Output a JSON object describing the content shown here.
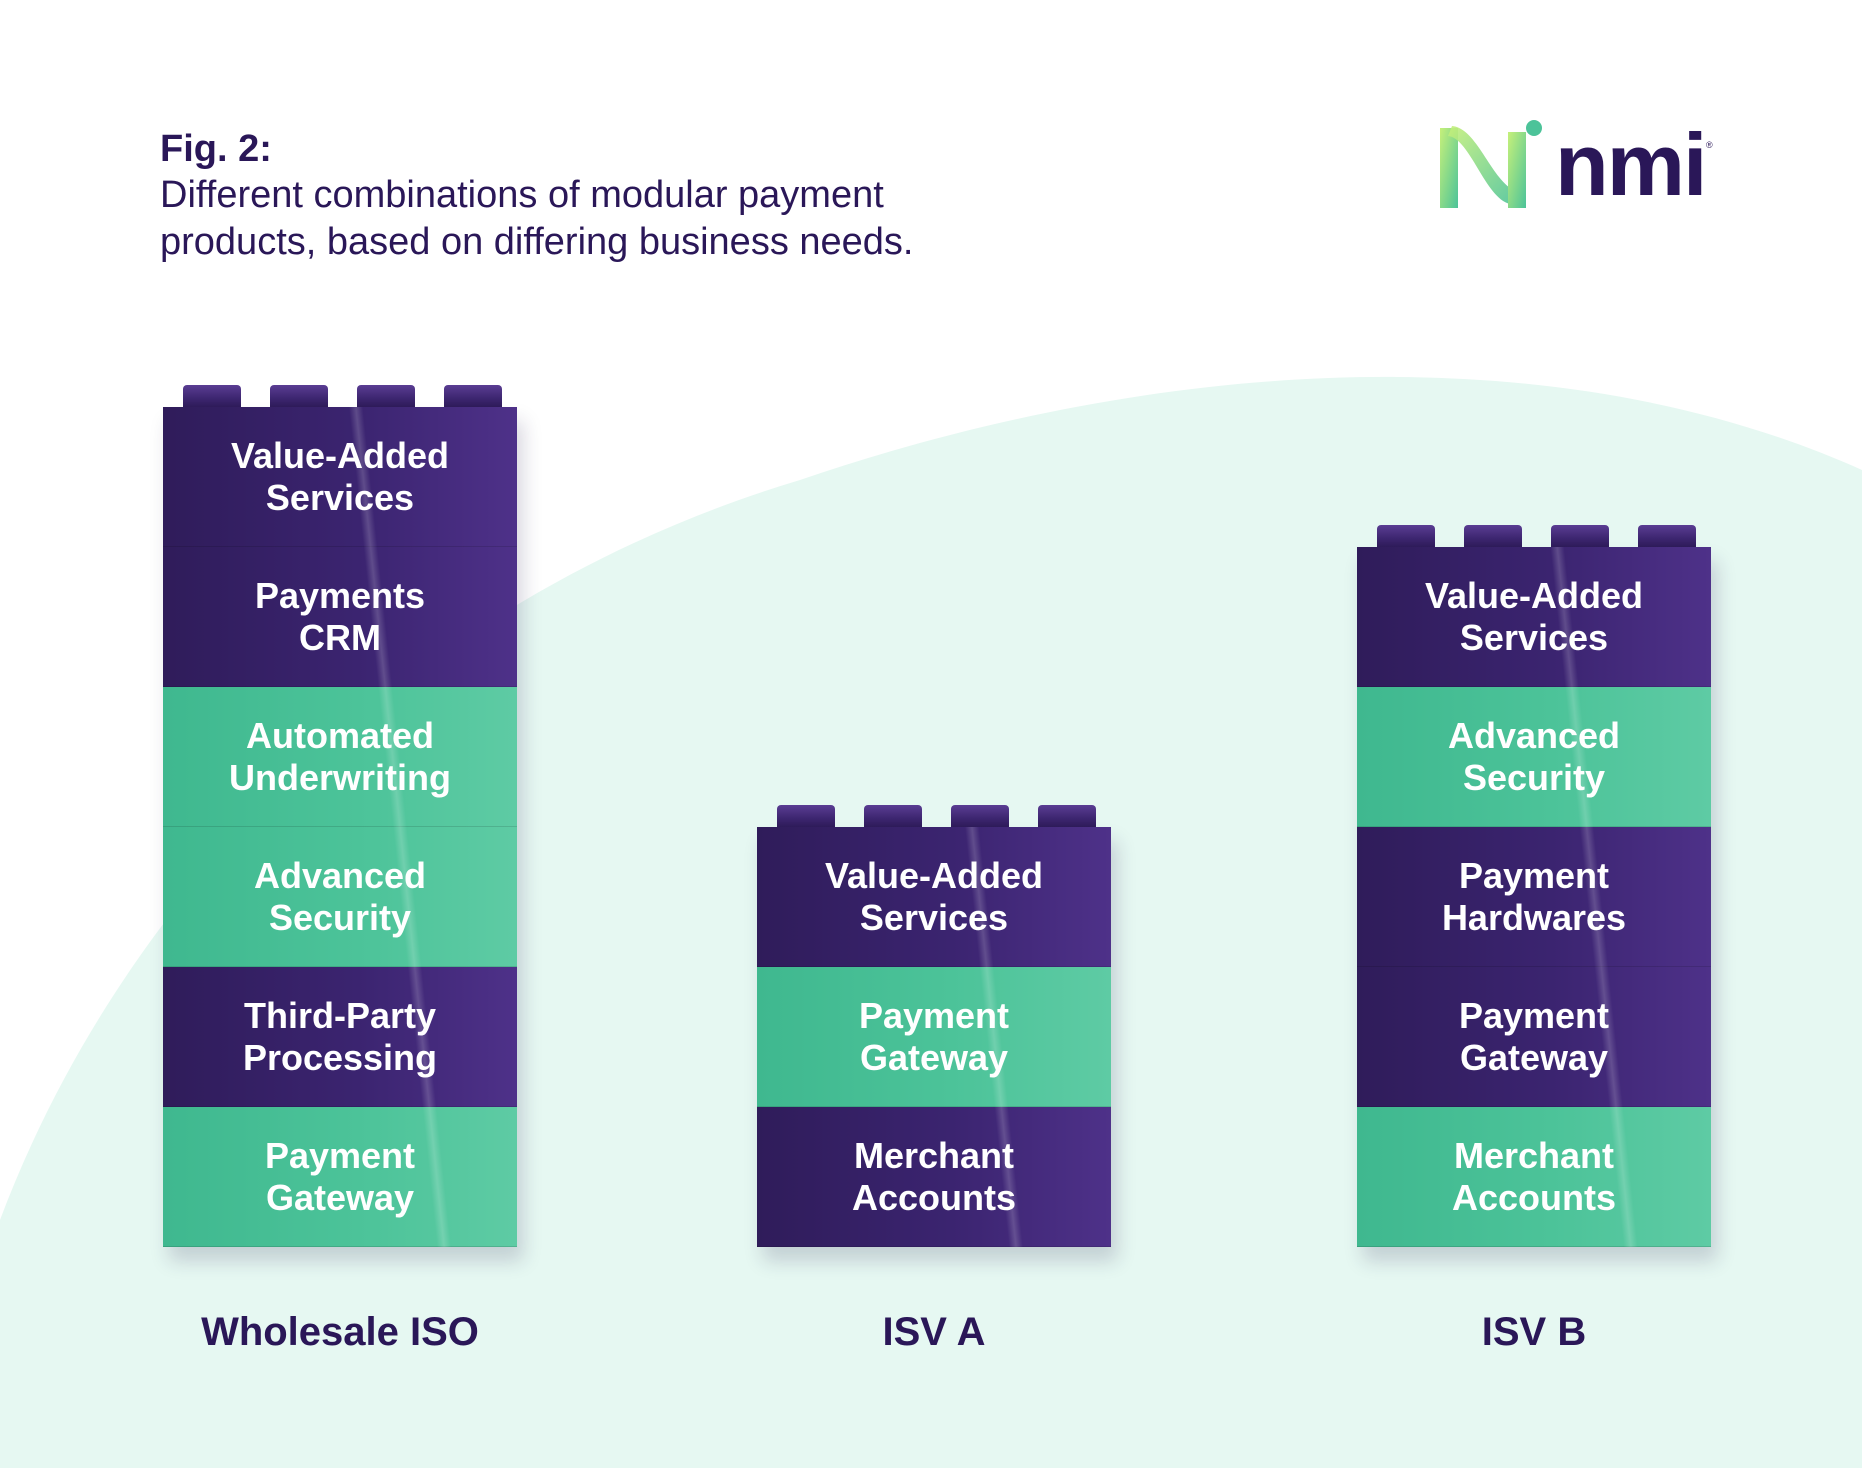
{
  "figure": {
    "label": "Fig. 2:",
    "caption": "Different combinations of modular payment\nproducts, based on differing business needs."
  },
  "logo": {
    "text": "nmi",
    "mark": "®",
    "icon": "nmi-logo-icon"
  },
  "colors": {
    "purple": "#3b2470",
    "green": "#4cc399",
    "background_curve": "#e6f8f2",
    "heading": "#2a1758"
  },
  "stacks": [
    {
      "label": "Wholesale ISO",
      "bricks": [
        {
          "text": "Value-Added\nServices",
          "color": "purple"
        },
        {
          "text": "Payments\nCRM",
          "color": "purple"
        },
        {
          "text": "Automated\nUnderwriting",
          "color": "green"
        },
        {
          "text": "Advanced\nSecurity",
          "color": "green"
        },
        {
          "text": "Third-Party\nProcessing",
          "color": "purple"
        },
        {
          "text": "Payment\nGateway",
          "color": "green"
        }
      ]
    },
    {
      "label": "ISV A",
      "bricks": [
        {
          "text": "Value-Added\nServices",
          "color": "purple"
        },
        {
          "text": "Payment\nGateway",
          "color": "green"
        },
        {
          "text": "Merchant\nAccounts",
          "color": "purple"
        }
      ]
    },
    {
      "label": "ISV B",
      "bricks": [
        {
          "text": "Value-Added\nServices",
          "color": "purple"
        },
        {
          "text": "Advanced\nSecurity",
          "color": "green"
        },
        {
          "text": "Payment\nHardwares",
          "color": "purple"
        },
        {
          "text": "Payment\nGateway",
          "color": "purple"
        },
        {
          "text": "Merchant\nAccounts",
          "color": "green"
        }
      ]
    }
  ]
}
